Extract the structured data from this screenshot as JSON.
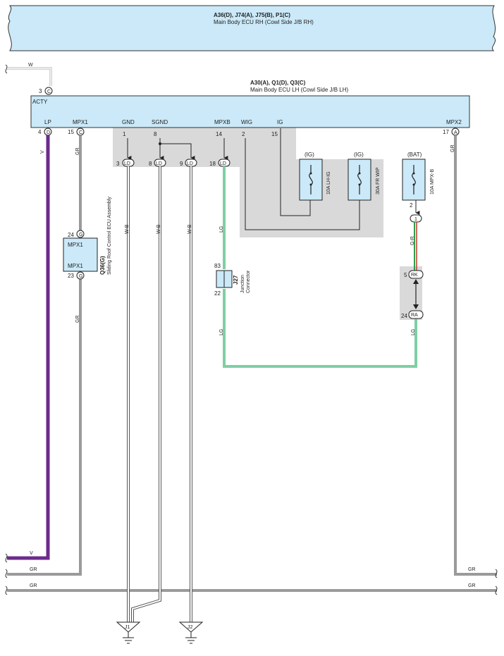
{
  "colors": {
    "ecu_fill": "#cbe9f8",
    "ecu_stroke": "#333333",
    "gray_area": "#d9d9d9",
    "wire_violet": "#6c2b8c",
    "wire_gray": "#9a9a9a",
    "wire_lightgreen": "#7ecfa4",
    "wire_wb": "#555555",
    "wire_thin": "#333333",
    "wire_gr_red": "#c0392b",
    "wire_gr_green": "#2e9e4a"
  },
  "top_ecu": {
    "codes": "A36(D), J74(A), J75(B), P1(C)",
    "name": "Main Body ECU RH (Cowl Side J/B RH)"
  },
  "main_ecu": {
    "codes": "A30(A), Q1(D), Q3(C)",
    "name": "Main Body ECU LH (Cowl Side J/B LH)",
    "acty": "ACTY",
    "acty_pin": "3",
    "acty_conn": "C",
    "acty_wire": "W",
    "terminals": {
      "lp": "LP",
      "mpx1": "MPX1",
      "gnd": "GND",
      "sgnd": "SGND",
      "mpxb": "MPXB",
      "wig": "WIG",
      "ig": "IG",
      "mpx2": "MPX2"
    },
    "pins": {
      "lp": "4",
      "mpx1": "15",
      "gnd": "1",
      "sgnd": "8",
      "mpxb": "14",
      "wig": "2",
      "ig": "15",
      "mpx2": "17"
    },
    "conns": {
      "lp": "D",
      "mpx1": "C",
      "mpx2": "A"
    }
  },
  "ld_connectors": {
    "label": "LD",
    "pins": [
      "3",
      "8",
      "9",
      "18"
    ]
  },
  "fuses": [
    {
      "source": "(IG)",
      "name": "10A LH-IG"
    },
    {
      "source": "(IG)",
      "name": "30A FR WIP"
    },
    {
      "source": "(BAT)",
      "name": "10A MPX-B"
    }
  ],
  "sliding_roof": {
    "code": "Q36(G)",
    "name": "Sliding Roof Control ECU Assembly",
    "top_label": "MPX1",
    "bottom_label": "MPX1",
    "top_pin": "24",
    "bottom_pin": "23",
    "conn": "G"
  },
  "junction": {
    "code": "J27",
    "name_line1": "Junction",
    "name_line2": "Connector",
    "top_pin": "83",
    "bottom_pin": "22"
  },
  "mpxb_connector": {
    "pin": "2",
    "conn": "1",
    "rk_pin": "5",
    "rk": "RK",
    "ra_pin": "24",
    "ra": "RA"
  },
  "wire_labels": {
    "v": "V",
    "gr": "GR",
    "wb": "W-B",
    "lg": "LG",
    "gr_r": "G-R",
    "w": "W"
  },
  "grounds": {
    "j1": "J1",
    "j2": "J2"
  }
}
